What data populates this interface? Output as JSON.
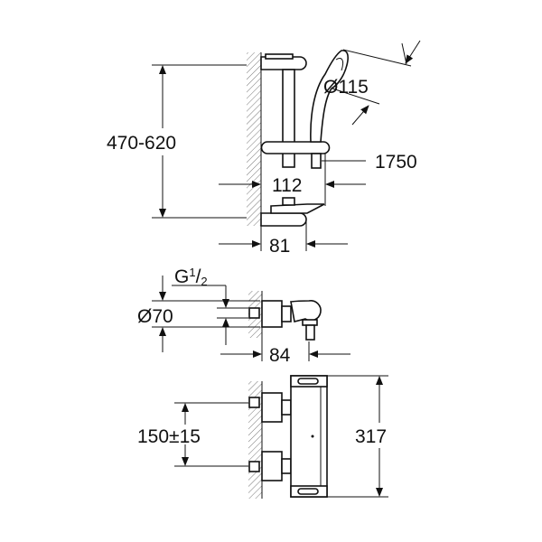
{
  "drawing": {
    "shower_rail": {
      "height_range": "470-620",
      "handshower_diameter": "Ø115",
      "hose_length": "1750",
      "slider_projection": "112",
      "bracket_projection": "81"
    },
    "thermostat_side": {
      "thread": "G",
      "thread_sup": "1",
      "thread_slash": "/",
      "thread_sub": "2",
      "escutcheon_diameter": "Ø70",
      "projection": "84"
    },
    "thermostat_front": {
      "inlet_spacing": "150±15",
      "body_length": "317"
    }
  }
}
